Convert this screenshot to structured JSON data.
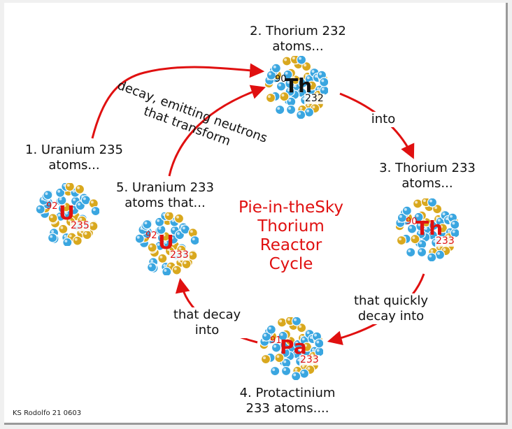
{
  "title": [
    "Pie-in-theSky",
    "Thorium",
    "Reactor",
    "Cycle"
  ],
  "stages": {
    "th232": [
      "2. Thorium 232",
      "atoms..."
    ],
    "th233": [
      "3. Thorium 233",
      "atoms..."
    ],
    "pa233": [
      "4. Protactinium",
      "233 atoms...."
    ],
    "u233": [
      "5. Uranium 233",
      "atoms that..."
    ],
    "u235": [
      "1. Uranium 235",
      "atoms..."
    ]
  },
  "transitions": {
    "decay_neutrons": [
      "decay, emitting neutrons",
      "that transform"
    ],
    "into": "into",
    "quickly_decay": [
      "that quickly",
      "decay into"
    ],
    "that_decay": [
      "that decay",
      "into"
    ]
  },
  "nuclei": {
    "th232": {
      "z": "90",
      "symbol": "Th",
      "a": "232",
      "color": "#111111"
    },
    "th233": {
      "z": "90",
      "symbol": "Th",
      "a": "233",
      "color": "#e01010"
    },
    "pa233": {
      "z": "91",
      "symbol": "Pa",
      "a": "233",
      "color": "#e01010"
    },
    "u233": {
      "z": "92",
      "symbol": "U",
      "a": "233",
      "color": "#e01010"
    },
    "u235": {
      "z": "92",
      "symbol": "U",
      "a": "235",
      "color": "#e01010"
    }
  },
  "colors": {
    "arrow": "#e01010",
    "proton": "#d9a81e",
    "neutron": "#3aa6e0",
    "title": "#e01010"
  },
  "credit": "KS Rodolfo 21 0603"
}
